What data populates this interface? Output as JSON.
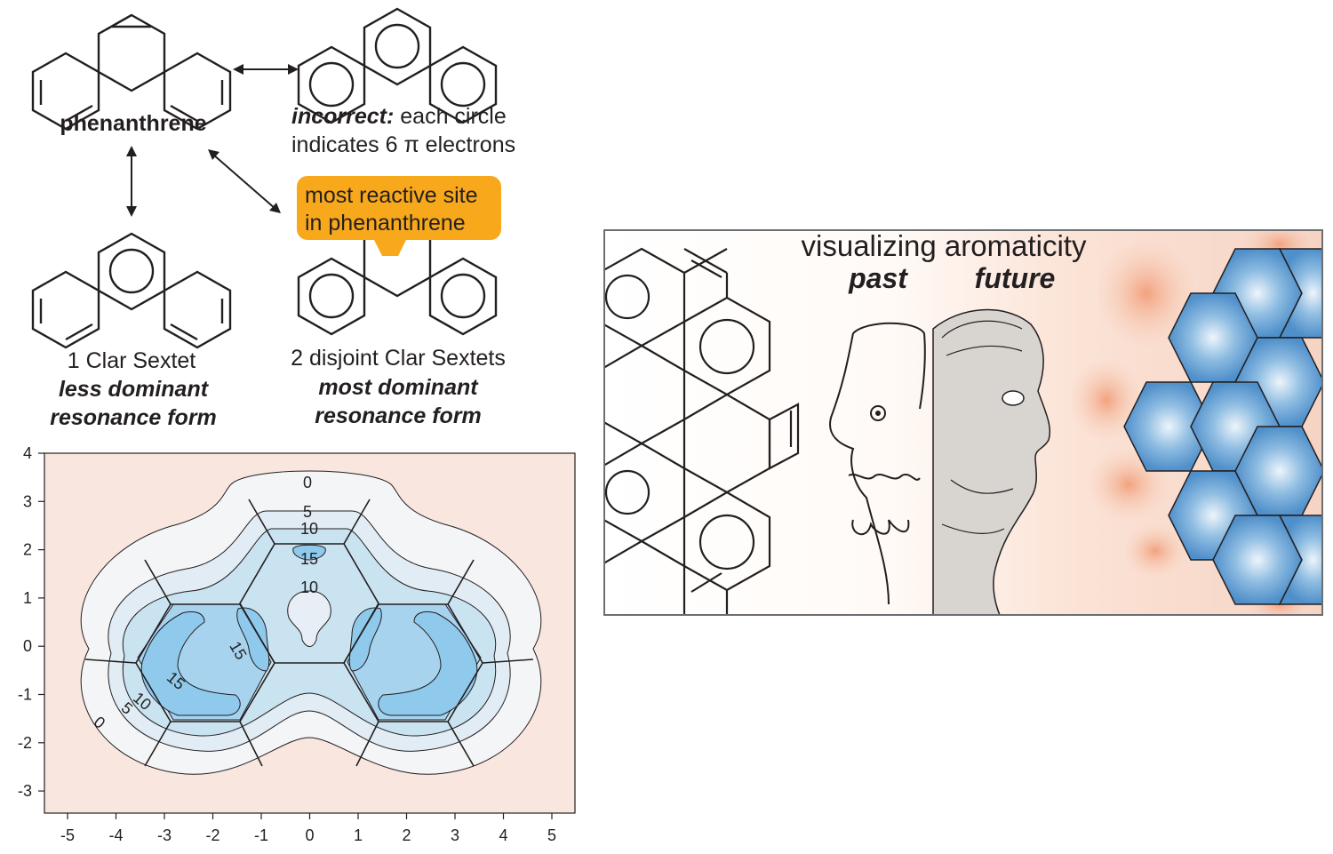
{
  "labels": {
    "phenanthrene": "phenanthrene",
    "incorrect_bold": "incorrect:",
    "incorrect_rest": " each circle",
    "incorrect_line2": "indicates 6 π electrons",
    "callout_line1": "most reactive site",
    "callout_line2": "in phenanthrene",
    "one_clar": "1 Clar Sextet",
    "less_dominant_1": "less dominant",
    "less_dominant_2": "resonance form",
    "two_clar": "2 disjoint Clar Sextets",
    "most_dominant_1": "most dominant",
    "most_dominant_2": "resonance form"
  },
  "banner": {
    "title": "visualizing aromaticity",
    "past": "past",
    "future": "future"
  },
  "contour_plot": {
    "x_ticks": [
      "-5",
      "-4",
      "-3",
      "-2",
      "-1",
      "0",
      "1",
      "2",
      "3",
      "4",
      "5"
    ],
    "y_ticks": [
      "4",
      "3",
      "2",
      "1",
      "0",
      "-1",
      "-2",
      "-3"
    ],
    "contour_labels": {
      "c0_top": "0",
      "c5_top": "5",
      "c10_top": "10",
      "c15_top": "15",
      "c10_mid": "10",
      "c15_left_a": "15",
      "c15_left_b": "15",
      "c10_left": "10",
      "c5_left": "5",
      "c0_left": "0"
    }
  },
  "colors": {
    "callout": "#f7a81b",
    "plot_bg": "#f9e6df",
    "contour_0": "#f3f5f7",
    "contour_5": "#e1ecf4",
    "contour_10": "#c9e3f0",
    "contour_15": "#8fc9ec",
    "banner_blue": "#5b9bd5",
    "banner_orange": "#f5b69a"
  }
}
